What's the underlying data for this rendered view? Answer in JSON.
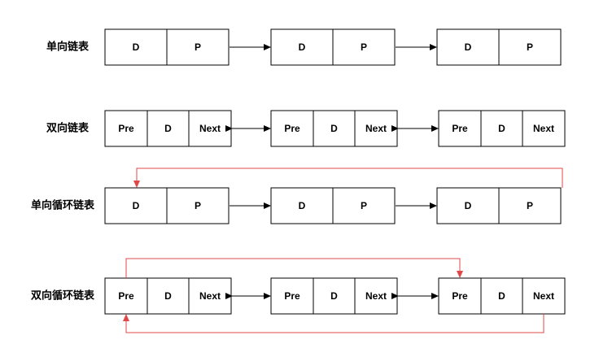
{
  "colors": {
    "node_border": "#000000",
    "pointer_arrow": "#000000",
    "loop_arrow": "#e04848"
  },
  "rows": [
    {
      "key": "singly",
      "label": "单向链表",
      "cells": [
        "D",
        "P"
      ],
      "link": "one-way",
      "loop": "none",
      "nodes": 3
    },
    {
      "key": "doubly",
      "label": "双向链表",
      "cells": [
        "Pre",
        "D",
        "Next"
      ],
      "link": "two-way",
      "loop": "none",
      "nodes": 3
    },
    {
      "key": "singly-circular",
      "label": "单向循环链表",
      "cells": [
        "D",
        "P"
      ],
      "link": "one-way",
      "loop": "last-to-first",
      "nodes": 3
    },
    {
      "key": "doubly-circular",
      "label": "双向循环链表",
      "cells": [
        "Pre",
        "D",
        "Next"
      ],
      "link": "two-way",
      "loop": "both-directions",
      "nodes": 3
    }
  ]
}
